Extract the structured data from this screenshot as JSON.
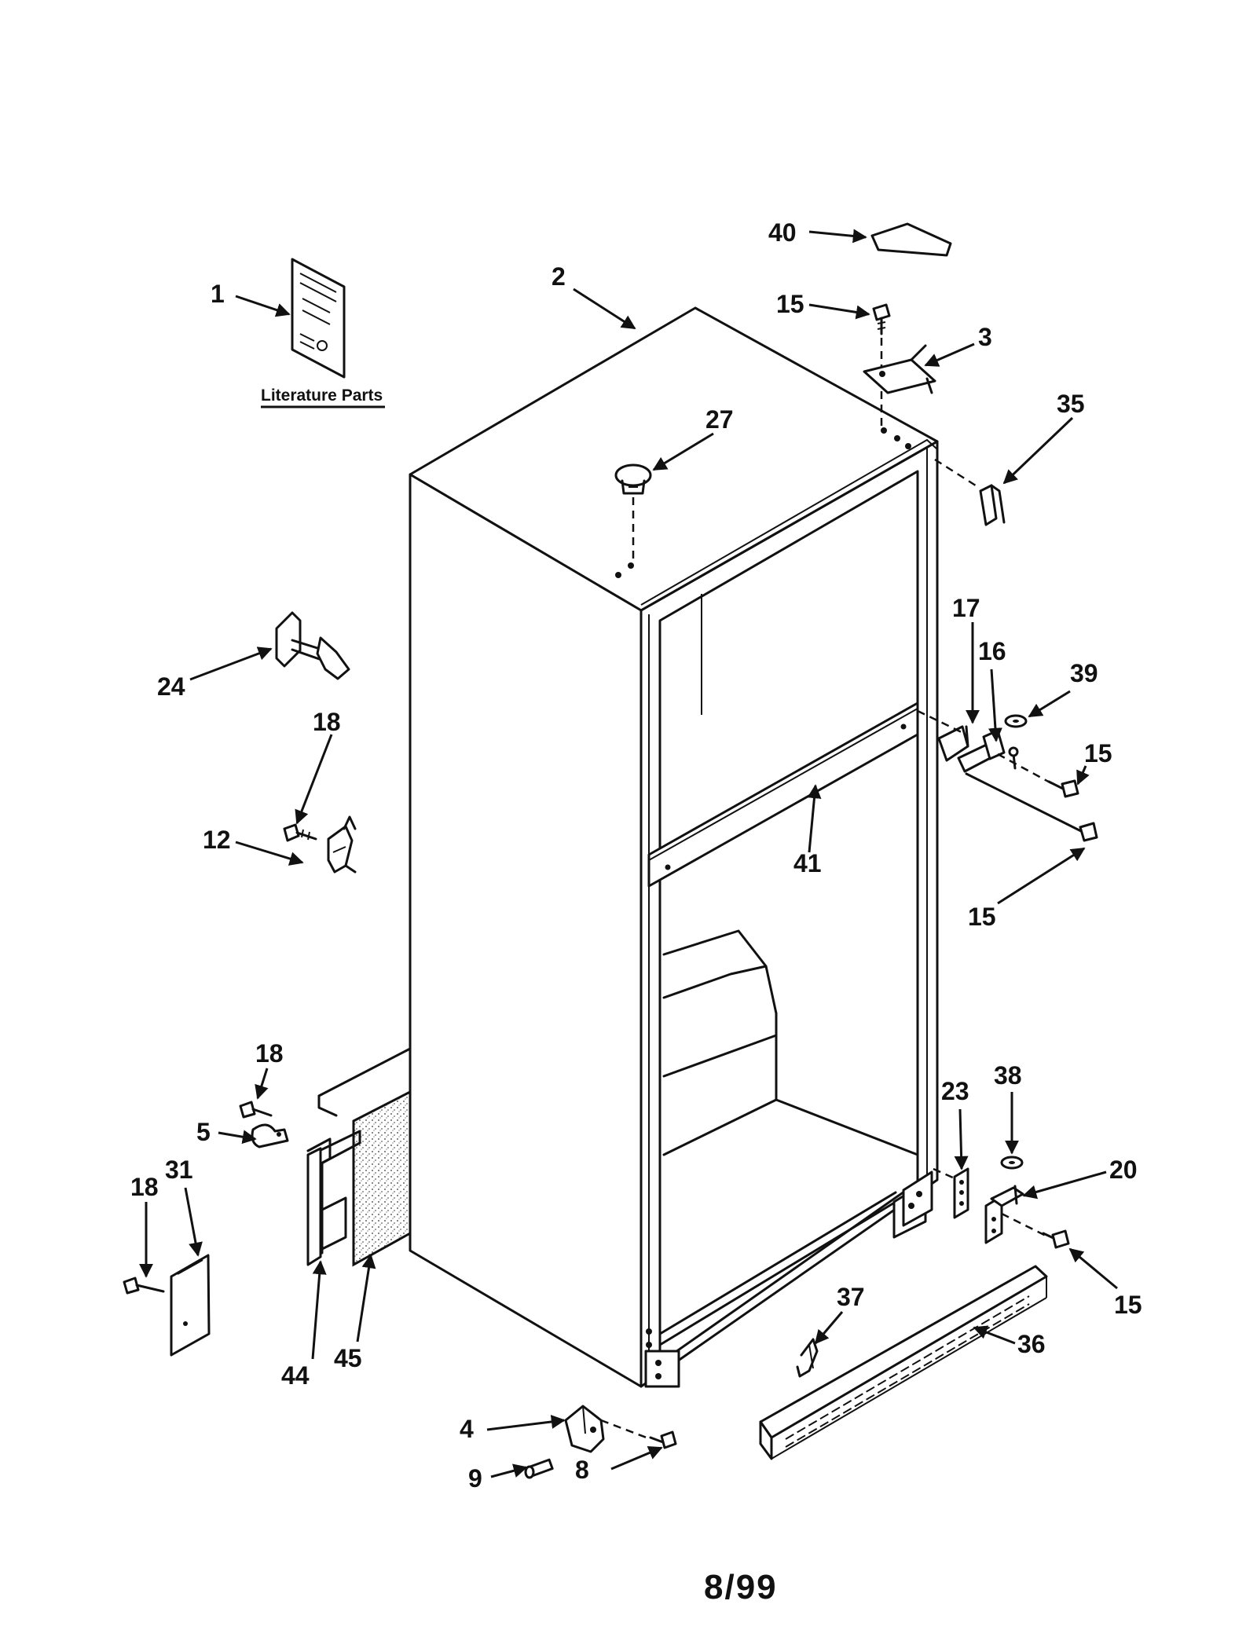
{
  "literature_caption": "Literature Parts",
  "footer": "8/99",
  "callouts": {
    "c1": "1",
    "c2": "2",
    "c40": "40",
    "c15a": "15",
    "c3": "3",
    "c35": "35",
    "c27": "27",
    "c24": "24",
    "c17": "17",
    "c16": "16",
    "c39": "39",
    "c15b": "15",
    "c18a": "18",
    "c12": "12",
    "c41": "41",
    "c15c": "15",
    "c18b": "18",
    "c5": "5",
    "c23": "23",
    "c38": "38",
    "c20": "20",
    "c18c": "18",
    "c31": "31",
    "c15d": "15",
    "c37": "37",
    "c36": "36",
    "c44": "44",
    "c45": "45",
    "c4": "4",
    "c9": "9",
    "c8": "8"
  }
}
